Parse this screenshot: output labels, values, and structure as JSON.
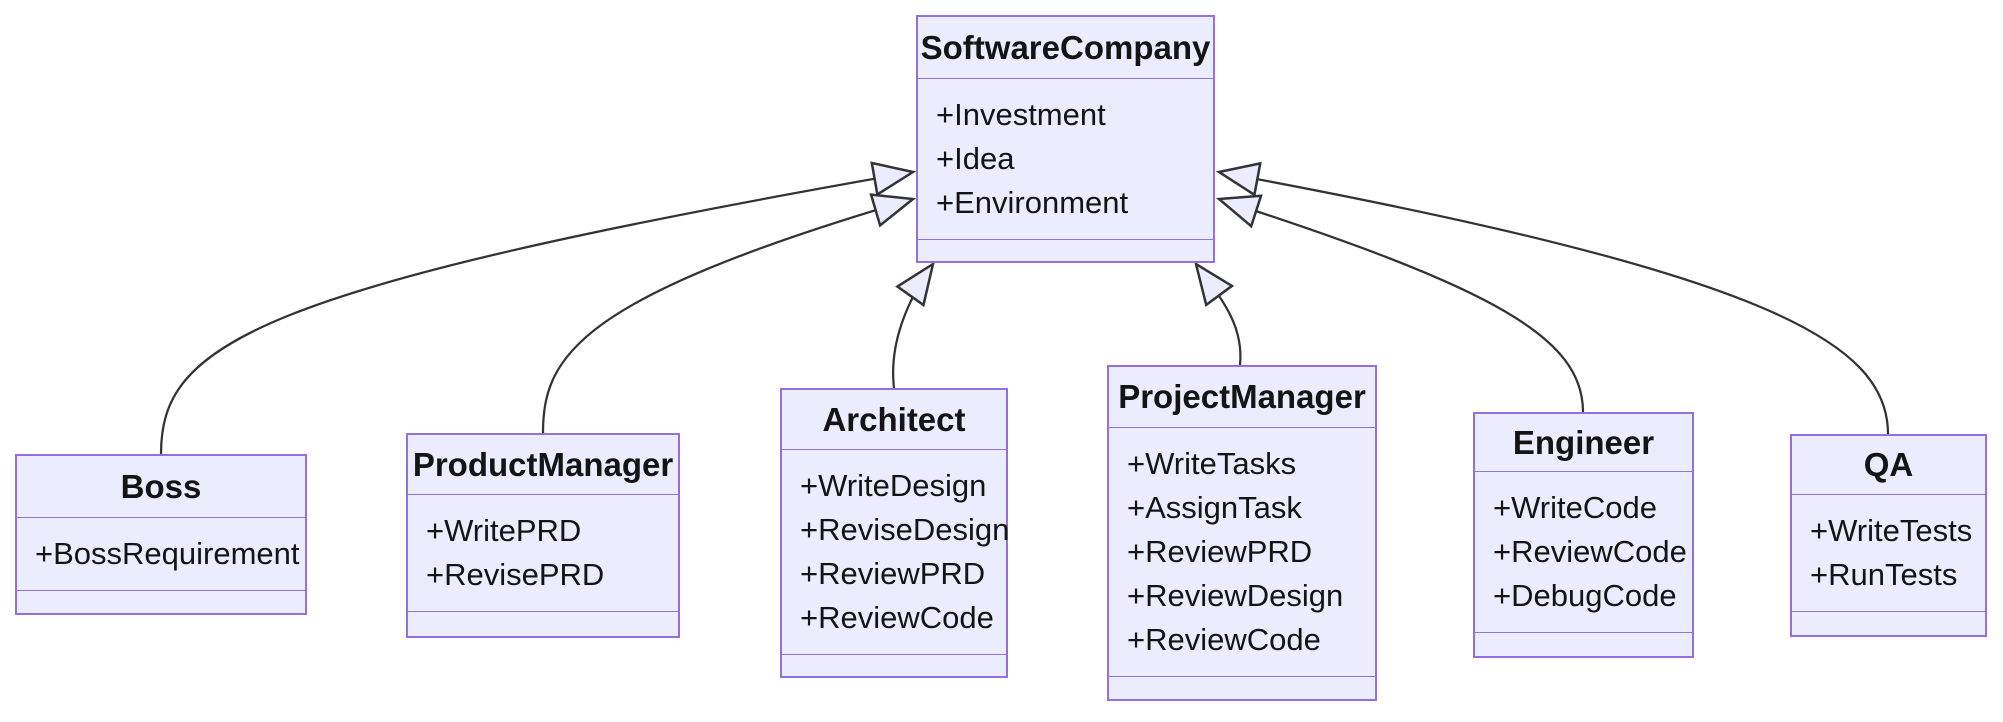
{
  "diagram": {
    "type": "uml-class-diagram",
    "classes": [
      {
        "name": "SoftwareCompany",
        "attributes": [
          "+Investment",
          "+Idea",
          "+Environment"
        ],
        "methods": []
      },
      {
        "name": "Boss",
        "attributes": [
          "+BossRequirement"
        ],
        "methods": []
      },
      {
        "name": "ProductManager",
        "attributes": [
          "+WritePRD",
          "+RevisePRD"
        ],
        "methods": []
      },
      {
        "name": "Architect",
        "attributes": [
          "+WriteDesign",
          "+ReviseDesign",
          "+ReviewPRD",
          "+ReviewCode"
        ],
        "methods": []
      },
      {
        "name": "ProjectManager",
        "attributes": [
          "+WriteTasks",
          "+AssignTask",
          "+ReviewPRD",
          "+ReviewDesign",
          "+ReviewCode"
        ],
        "methods": []
      },
      {
        "name": "Engineer",
        "attributes": [
          "+WriteCode",
          "+ReviewCode",
          "+DebugCode"
        ],
        "methods": []
      },
      {
        "name": "QA",
        "attributes": [
          "+WriteTests",
          "+RunTests"
        ],
        "methods": []
      }
    ],
    "edges": [
      {
        "from": "Boss",
        "to": "SoftwareCompany",
        "relation": "inheritance"
      },
      {
        "from": "ProductManager",
        "to": "SoftwareCompany",
        "relation": "inheritance"
      },
      {
        "from": "Architect",
        "to": "SoftwareCompany",
        "relation": "inheritance"
      },
      {
        "from": "ProjectManager",
        "to": "SoftwareCompany",
        "relation": "inheritance"
      },
      {
        "from": "Engineer",
        "to": "SoftwareCompany",
        "relation": "inheritance"
      },
      {
        "from": "QA",
        "to": "SoftwareCompany",
        "relation": "inheritance"
      }
    ],
    "colors": {
      "node_fill": "#ECECFF",
      "node_border": "#9370DB",
      "edge_stroke": "#333333",
      "text": "#141414",
      "background": "#FFFFFF"
    }
  }
}
